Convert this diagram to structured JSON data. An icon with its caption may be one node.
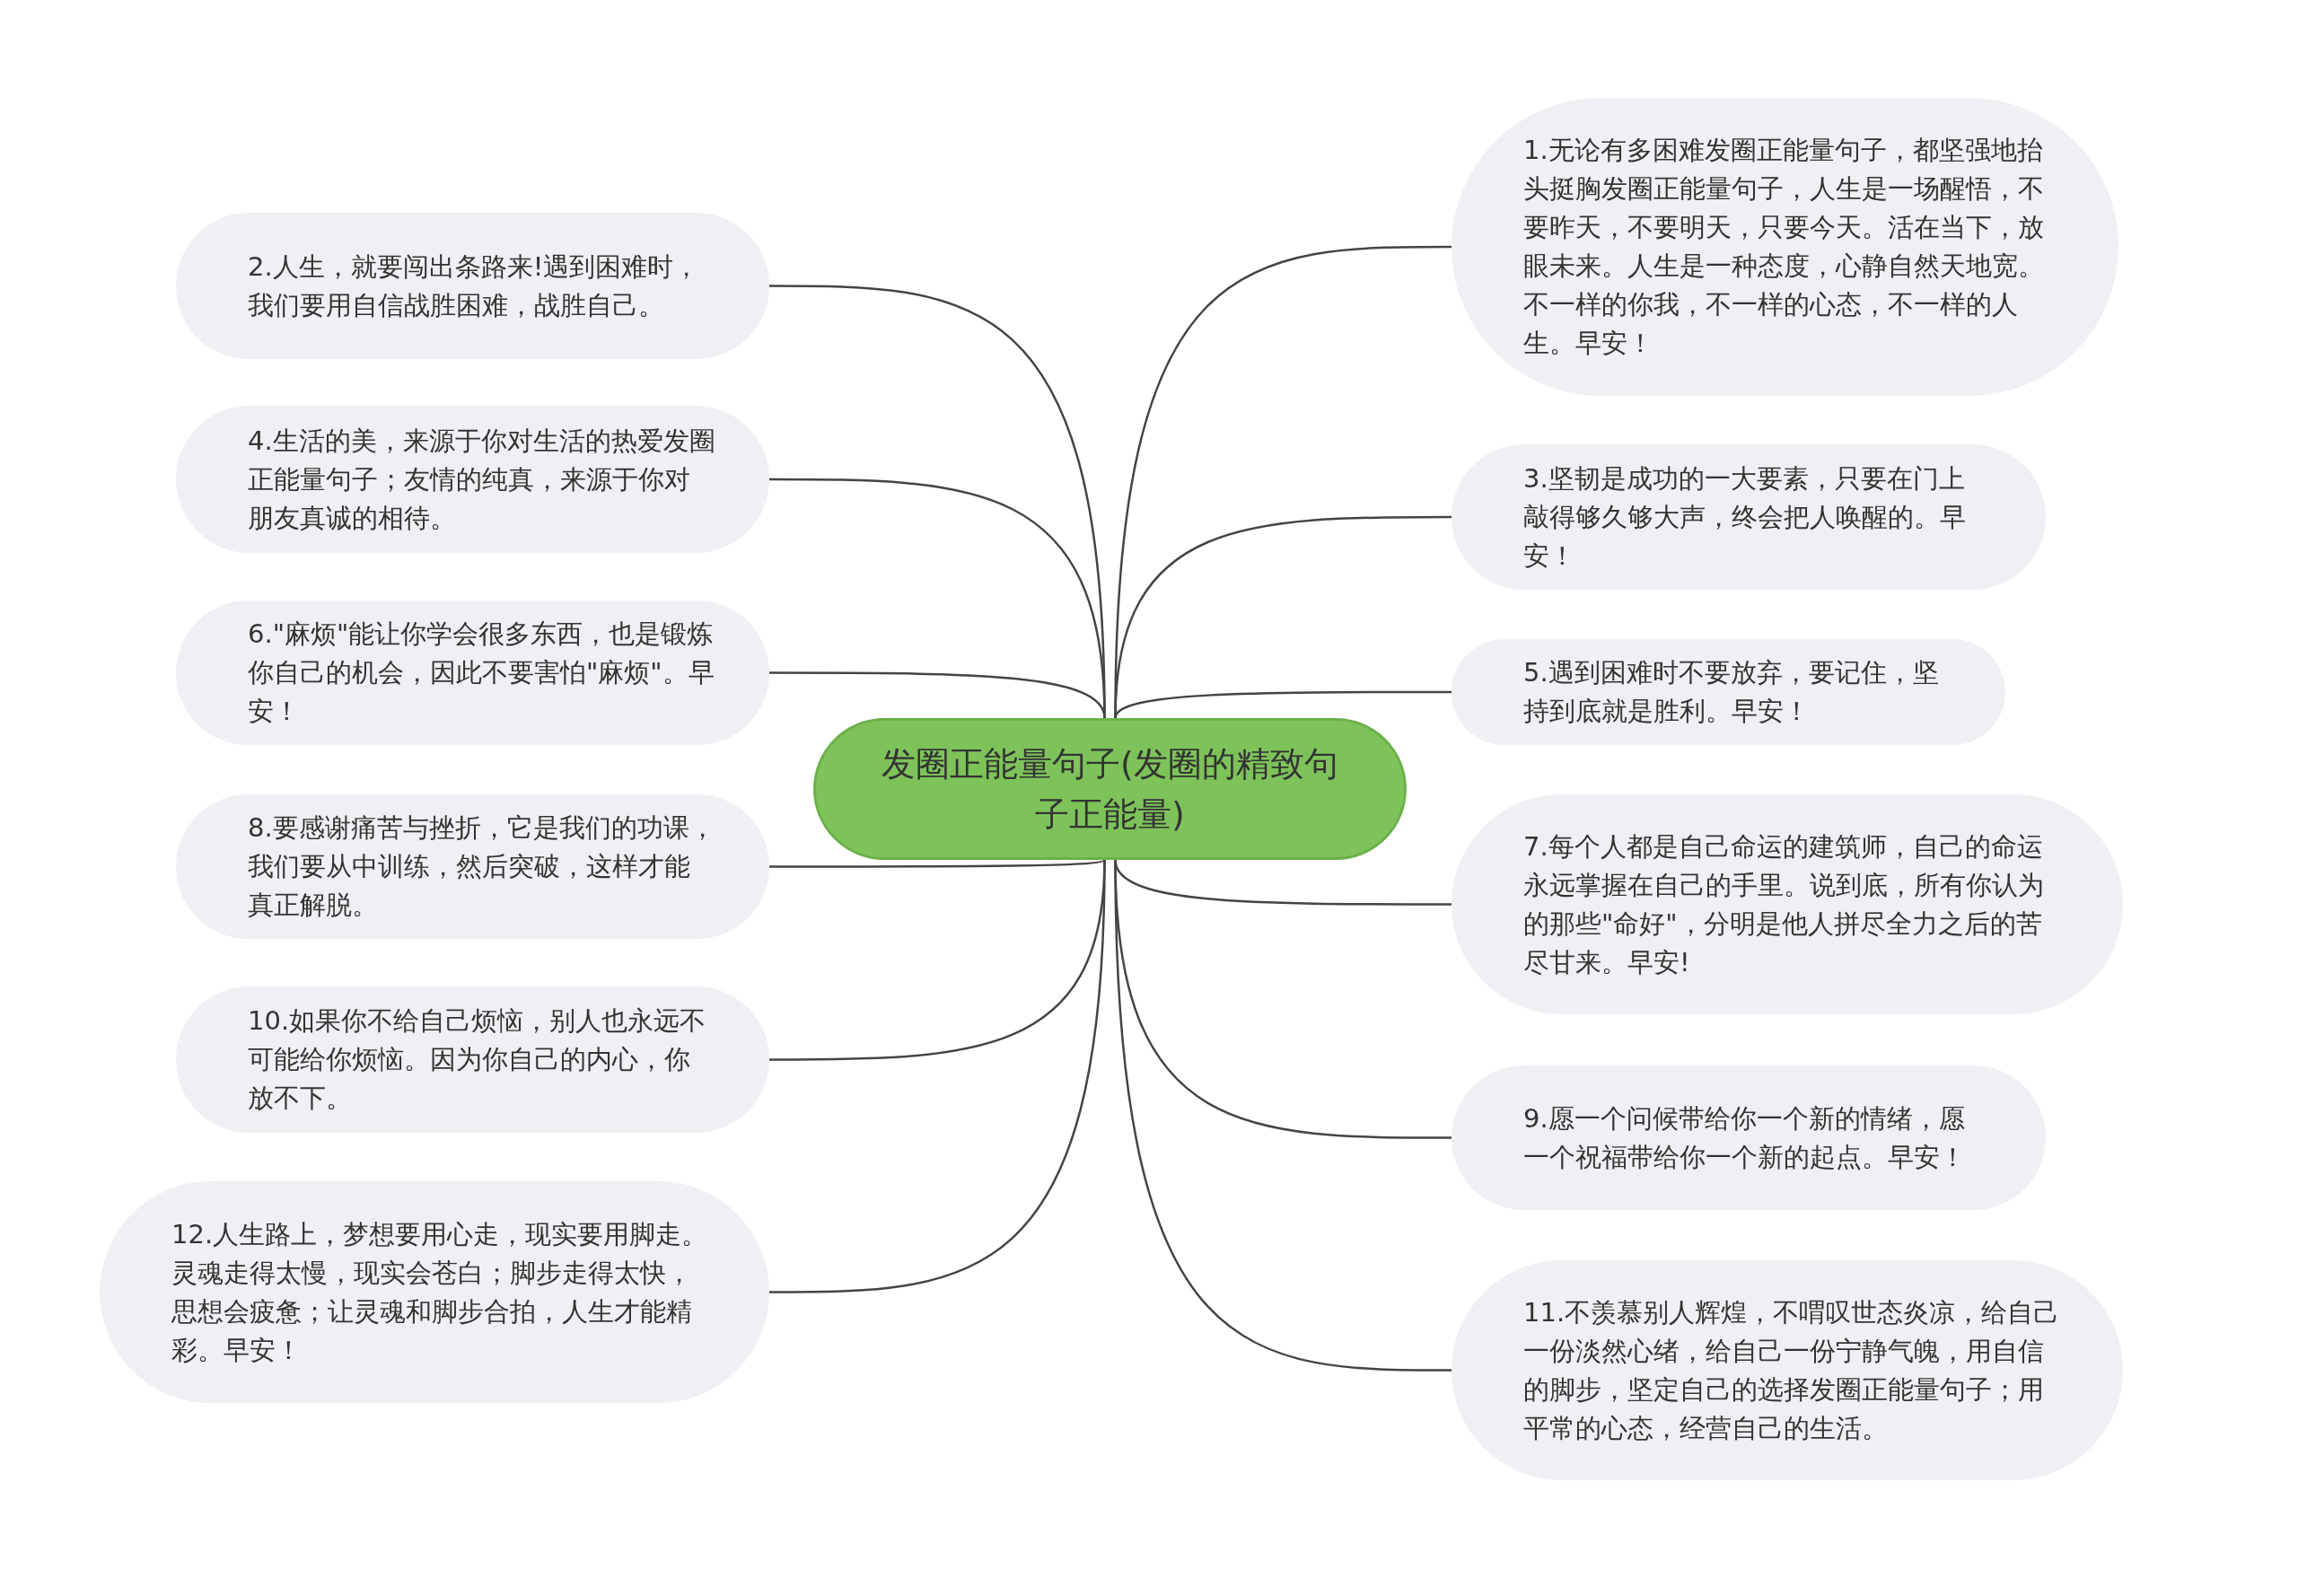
{
  "diagram": {
    "nodes": [
      {
        "text": [
          "发圈正能量句子(发圈的精致句子正能量)"
        ]
      },
      {
        "text": [
          "1.无论有多困难发圈正能量句子，都坚强地抬头挺胸发圈正能量句子，人生是一场醒悟，不要昨天，不要明天，只要今天。活在当下，放眼未来。人生是一种态度，心静自然天地宽。不一样的你我，不一样的心态，不一样的人生。早安！"
        ]
      },
      {
        "text": [
          "2.人生，就要闯出条路来!遇到困难时，我们要用自信战胜困难，战胜自己。"
        ]
      },
      {
        "text": [
          "3.坚韧是成功的一大要素，只要在门上敲得够久够大声，终会把人唤醒的。早安！"
        ]
      },
      {
        "text": [
          "4.生活的美，来源于你对生活的热爱发圈正能量句子；友情的纯真，来源于你对朋友真诚的相待。"
        ]
      },
      {
        "text": [
          "5.遇到困难时不要放弃，要记住，坚持到底就是胜利。早安！"
        ]
      },
      {
        "text": [
          "6.\"麻烦\"能让你学会很多东西，也是锻炼你自己的机会，因此不要害怕\"麻烦\"。早安！"
        ]
      },
      {
        "text": [
          "7.每个人都是自己命运的建筑师，自己的命运永远掌握在自己的手里。说到底，所有你认为的那些\"命好\"，分明是他人拼尽全力之后的苦尽甘来。早安!"
        ]
      },
      {
        "text": [
          "8.要感谢痛苦与挫折，它是我们的功课，我们要从中训练，然后突破，这样才能真正解脱。"
        ]
      },
      {
        "text": [
          "9.愿一个问候带给你一个新的情绪，愿一个祝福带给你一个新的起点。早安！"
        ]
      },
      {
        "text": [
          "10.如果你不给自己烦恼，别人也永远不可能给你烦恼。因为你自己的内心，你放不下。"
        ]
      },
      {
        "text": [
          "11.不羡慕别人辉煌，不喟叹世态炎凉，给自己一份淡然心绪，给自己一份宁静气魄，用自信的脚步，坚定自己的选择发圈正能量句子；用平常的心态，经营自己的生活。"
        ]
      },
      {
        "text": [
          "12.人生路上，梦想要用心走，现实要用脚走。灵魂走得太慢，现实会苍白；脚步走得太快，思想会疲惫；让灵魂和脚步合拍，人生才能精彩。早安！"
        ]
      }
    ],
    "edges": [
      {
        "from": 0,
        "to": 1,
        "arrow": "none"
      },
      {
        "from": 0,
        "to": 2,
        "arrow": "none"
      },
      {
        "from": 0,
        "to": 3,
        "arrow": "none"
      },
      {
        "from": 0,
        "to": 4,
        "arrow": "none"
      },
      {
        "from": 0,
        "to": 5,
        "arrow": "none"
      },
      {
        "from": 0,
        "to": 6,
        "arrow": "none"
      },
      {
        "from": 0,
        "to": 7,
        "arrow": "none"
      },
      {
        "from": 0,
        "to": 8,
        "arrow": "none"
      },
      {
        "from": 0,
        "to": 9,
        "arrow": "none"
      },
      {
        "from": 0,
        "to": 10,
        "arrow": "none"
      },
      {
        "from": 0,
        "to": 11,
        "arrow": "none"
      },
      {
        "from": 0,
        "to": 12,
        "arrow": "none"
      }
    ]
  }
}
